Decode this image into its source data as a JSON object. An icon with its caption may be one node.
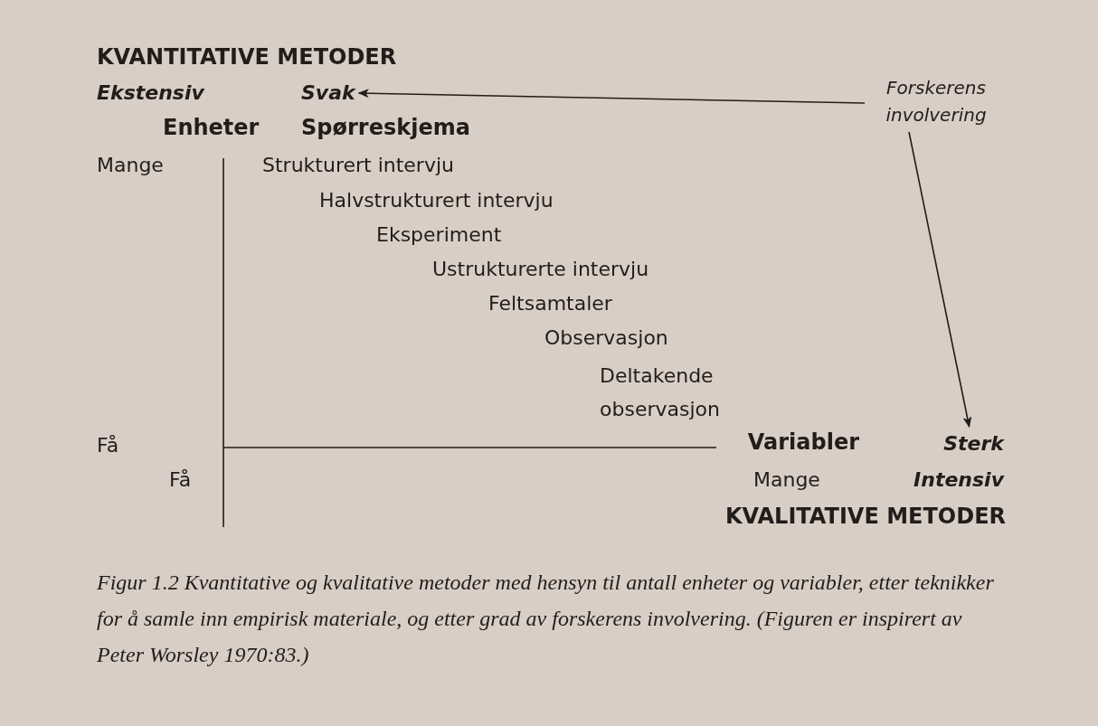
{
  "diagram": {
    "nodes": [
      {
        "text": [
          "Forskerens involvering"
        ]
      },
      {
        "text": [
          "Svak"
        ]
      },
      {
        "text": [
          "Sterk"
        ]
      }
    ],
    "edges": [
      {
        "from": 0,
        "to": 1,
        "arrow": "to"
      },
      {
        "from": 0,
        "to": 2,
        "arrow": "to"
      }
    ],
    "labels": [
      "KVANTITATIVE METODER",
      "Ekstensiv",
      "Enheter",
      "Spørreskjema",
      "Mange",
      "Strukturert intervju",
      "Halvstrukturert intervju",
      "Eksperiment",
      "Ustrukturerte intervju",
      "Feltsamtaler",
      "Observasjon",
      "Deltakende observasjon",
      "Få",
      "Variabler",
      "Få",
      "Mange",
      "Intensiv",
      "KVALITATIVE METODER"
    ],
    "caption": "Figur 1.2 Kvantitative og kvalitative metoder med hensyn til antall enheter og variabler, etter teknikker for å samle inn empirisk materiale, og etter grad av forskerens involvering. (Figuren er inspirert av Peter Worsley 1970:83.)"
  }
}
